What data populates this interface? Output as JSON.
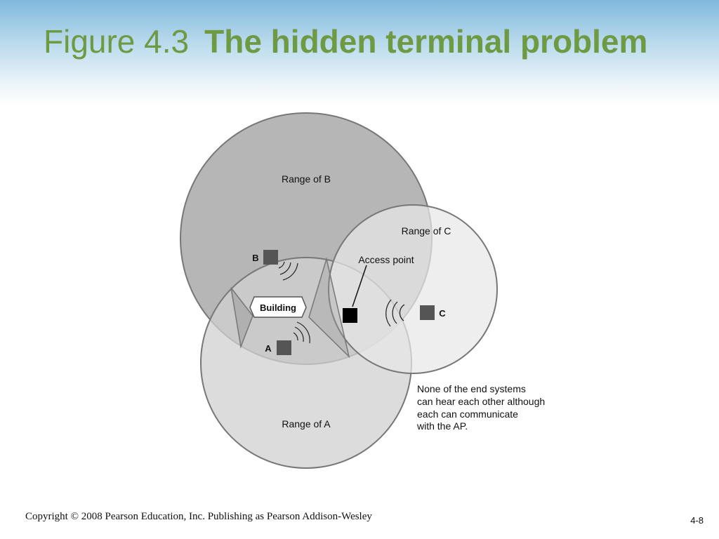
{
  "slide": {
    "figure_number": "Figure 4.3",
    "title": "The hidden terminal problem",
    "copyright": "Copyright © 2008 Pearson Education, Inc. Publishing as Pearson Addison-Wesley",
    "page_number": "4-8"
  },
  "diagram": {
    "range_b_label": "Range of B",
    "range_c_label": "Range of C",
    "range_a_label": "Range of A",
    "node_b_label": "B",
    "node_a_label": "A",
    "node_c_label": "C",
    "building_label": "Building",
    "access_point_label": "Access point",
    "caption_lines": [
      "None of the end systems",
      "can hear each other although",
      "each can communicate",
      "with the AP."
    ]
  },
  "colors": {
    "title_green": "#6e9a44",
    "range_b_fill": "#a9a9a9",
    "range_a_fill": "#d3d3d3",
    "range_c_fill": "#ececec",
    "node_fill": "#555555",
    "access_point_fill": "#000000"
  }
}
